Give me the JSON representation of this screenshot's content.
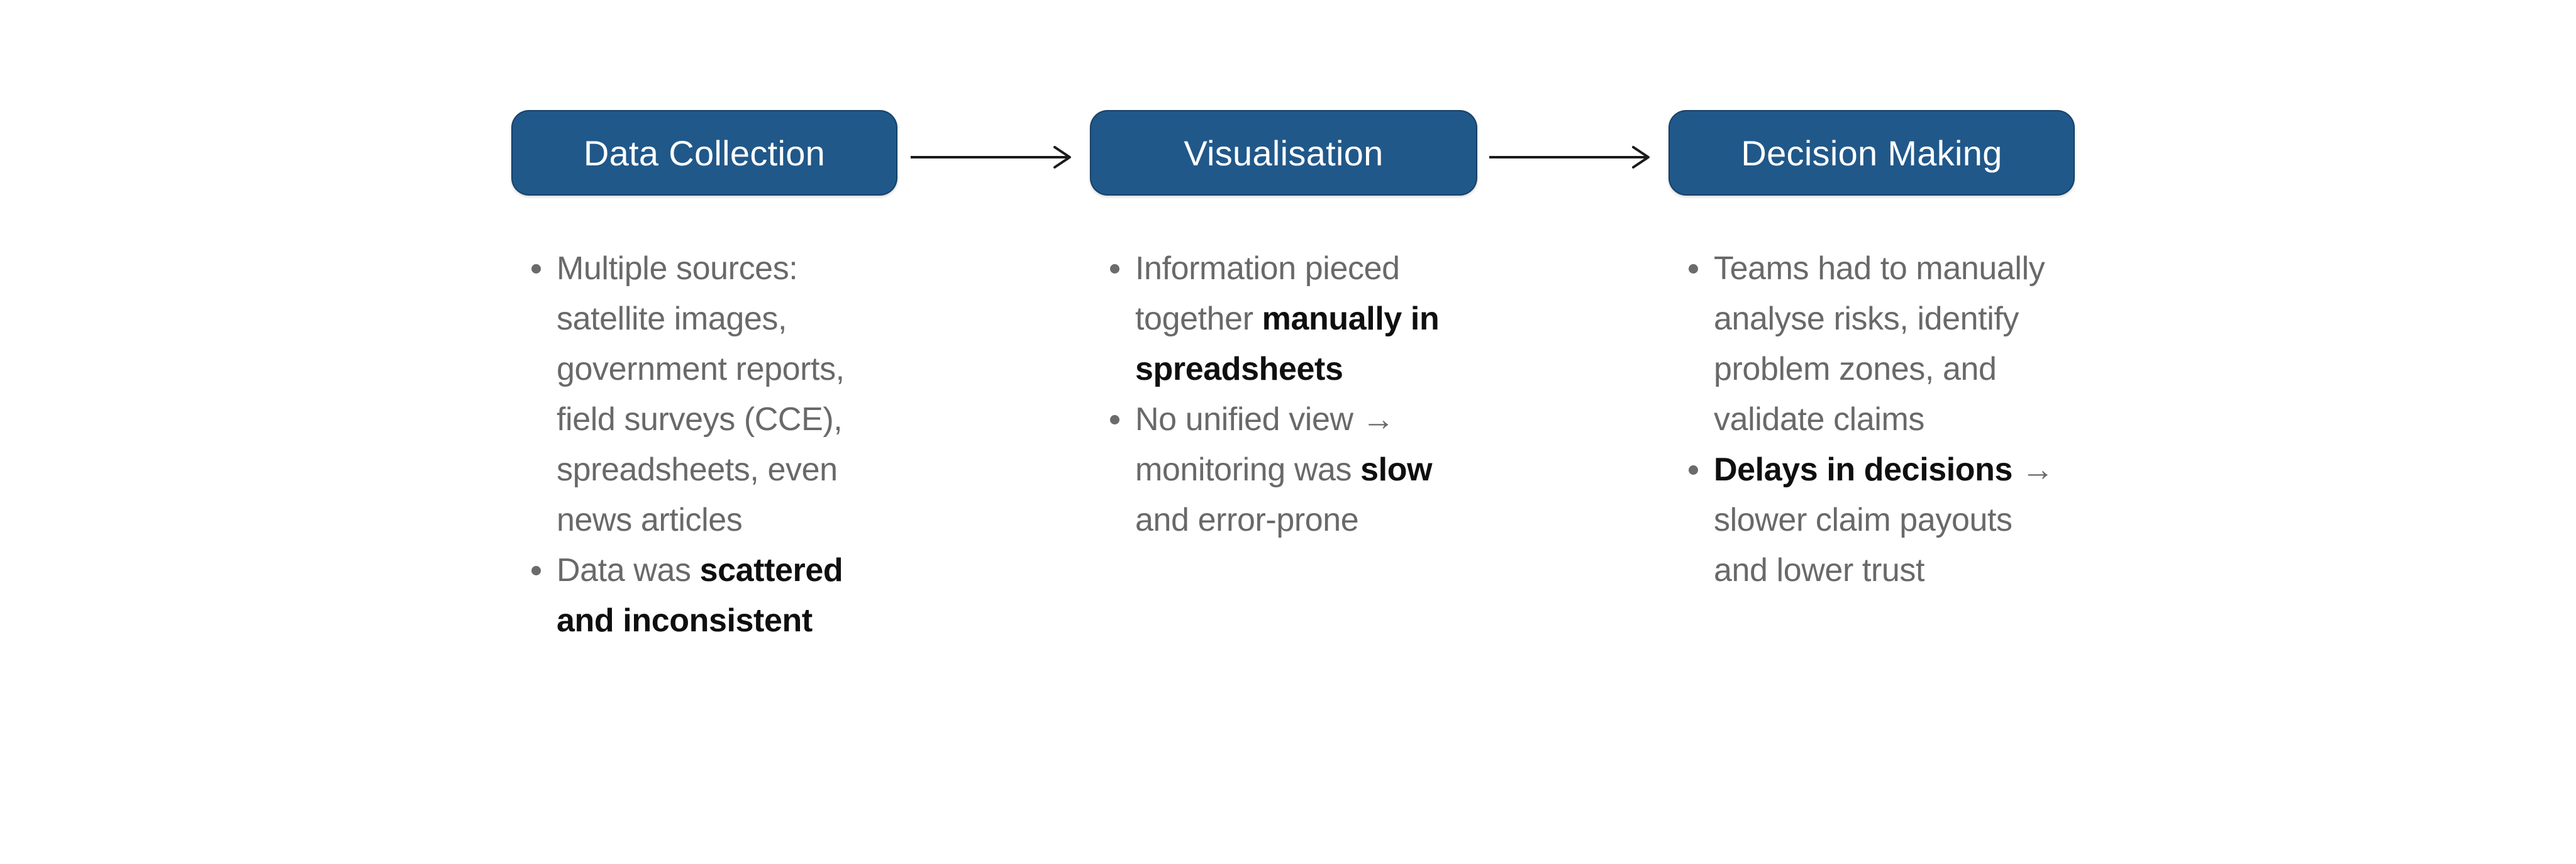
{
  "slide": {
    "kind": "process-flow-diagram",
    "stage_count": 3
  },
  "colors": {
    "stage_fill": "#20588a",
    "stage_text": "#ffffff",
    "body_text": "#696969",
    "emphasis_text": "#0f0f0f",
    "arrow": "#1b1b1b",
    "bullet_dot": "#6b6b6b",
    "background": "#ffffff"
  },
  "stages": [
    {
      "title": "Data Collection",
      "bullets": [
        {
          "lines": [
            [
              {
                "t": "Multiple sources:",
                "b": false
              }
            ],
            [
              {
                "t": "satellite images,",
                "b": false
              }
            ],
            [
              {
                "t": "government reports,",
                "b": false
              }
            ],
            [
              {
                "t": "field surveys (CCE),",
                "b": false
              }
            ],
            [
              {
                "t": "spreadsheets, even",
                "b": false
              }
            ],
            [
              {
                "t": "news articles",
                "b": false
              }
            ]
          ]
        },
        {
          "lines": [
            [
              {
                "t": "Data was ",
                "b": false
              },
              {
                "t": "scattered",
                "b": true
              }
            ],
            [
              {
                "t": "and inconsistent",
                "b": true
              }
            ]
          ]
        }
      ]
    },
    {
      "title": "Visualisation",
      "bullets": [
        {
          "lines": [
            [
              {
                "t": "Information pieced",
                "b": false
              }
            ],
            [
              {
                "t": "together ",
                "b": false
              },
              {
                "t": "manually in",
                "b": true
              }
            ],
            [
              {
                "t": "spreadsheets",
                "b": true
              }
            ]
          ]
        },
        {
          "lines": [
            [
              {
                "t": "No unified view →",
                "b": false
              }
            ],
            [
              {
                "t": "monitoring was ",
                "b": false
              },
              {
                "t": "slow",
                "b": true
              }
            ],
            [
              {
                "t": "and error-prone",
                "b": false
              }
            ]
          ]
        }
      ]
    },
    {
      "title": "Decision Making",
      "bullets": [
        {
          "lines": [
            [
              {
                "t": "Teams had to manually",
                "b": false
              }
            ],
            [
              {
                "t": "analyse risks, identify",
                "b": false
              }
            ],
            [
              {
                "t": "problem zones, and",
                "b": false
              }
            ],
            [
              {
                "t": "validate claims",
                "b": false
              }
            ]
          ]
        },
        {
          "lines": [
            [
              {
                "t": "Delays in decisions",
                "b": true
              },
              {
                "t": " →",
                "b": false
              }
            ],
            [
              {
                "t": "slower claim payouts",
                "b": false
              }
            ],
            [
              {
                "t": "and lower trust",
                "b": false
              }
            ]
          ]
        }
      ]
    }
  ],
  "arrows": [
    {
      "from": "Data Collection",
      "to": "Visualisation"
    },
    {
      "from": "Visualisation",
      "to": "Decision Making"
    }
  ]
}
